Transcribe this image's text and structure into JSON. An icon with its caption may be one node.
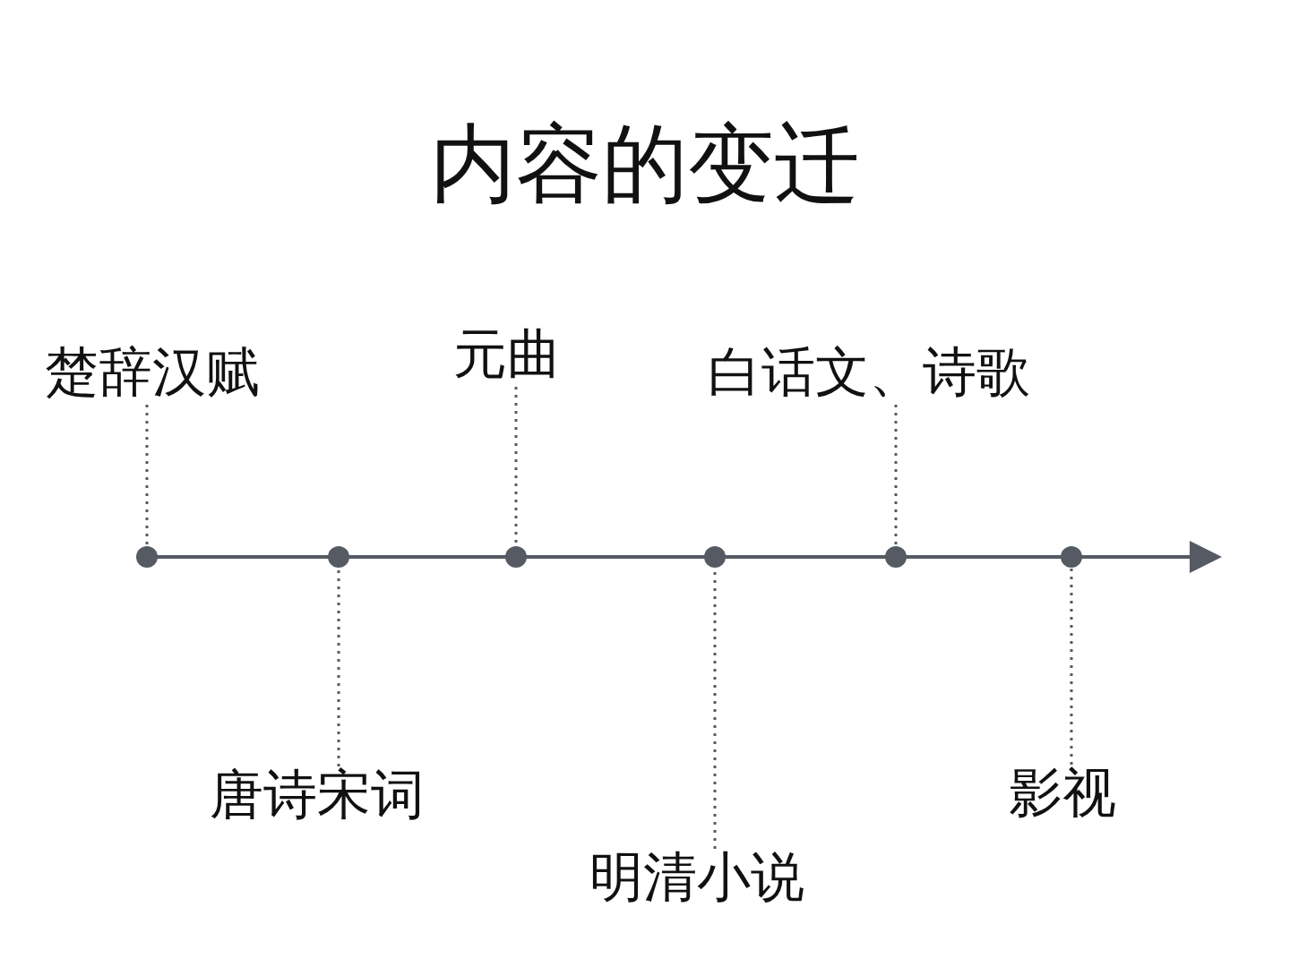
{
  "diagram": {
    "title": "内容的变迁",
    "nodes": [
      {
        "text": [
          "楚辞汉赋"
        ]
      },
      {
        "text": [
          "唐诗宋词"
        ]
      },
      {
        "text": [
          "元曲"
        ]
      },
      {
        "text": [
          "明清小说"
        ]
      },
      {
        "text": [
          "白话文、诗歌"
        ]
      },
      {
        "text": [
          "影视"
        ]
      },
      {
        "text": [],
        "shape": "circle"
      },
      {
        "text": [],
        "shape": "circle"
      },
      {
        "text": [],
        "shape": "circle"
      },
      {
        "text": [],
        "shape": "circle"
      },
      {
        "text": [],
        "shape": "circle"
      },
      {
        "text": [],
        "shape": "circle"
      }
    ],
    "edges": [
      {
        "from": 0,
        "to": 6,
        "arrow": "none",
        "style": "dashed"
      },
      {
        "from": 1,
        "to": 7,
        "arrow": "none",
        "style": "dashed"
      },
      {
        "from": 2,
        "to": 8,
        "arrow": "none",
        "style": "dashed"
      },
      {
        "from": 3,
        "to": 9,
        "arrow": "none",
        "style": "dashed"
      },
      {
        "from": 4,
        "to": 10,
        "arrow": "none",
        "style": "dashed"
      },
      {
        "from": 5,
        "to": 11,
        "arrow": "none",
        "style": "dashed"
      }
    ]
  }
}
